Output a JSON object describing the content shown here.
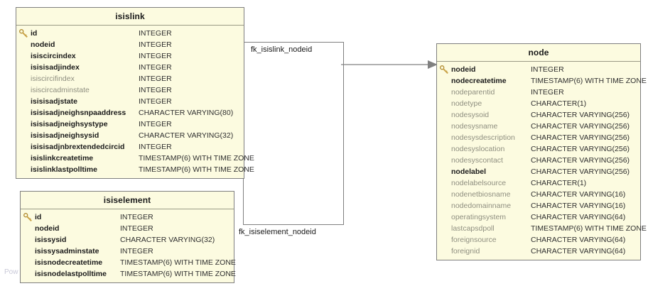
{
  "diagram": {
    "title": "ER diagram: isislink / isiselement / node",
    "watermark": "Pow",
    "key_icon": "key-icon",
    "arrow_icon": "arrow-head-icon"
  },
  "entities": [
    {
      "name": "isislink",
      "columns": [
        {
          "key": true,
          "bold": true,
          "name": "id",
          "type": "INTEGER"
        },
        {
          "key": false,
          "bold": true,
          "name": "nodeid",
          "type": "INTEGER"
        },
        {
          "key": false,
          "bold": true,
          "name": "isiscircindex",
          "type": "INTEGER"
        },
        {
          "key": false,
          "bold": true,
          "name": "isisisadjindex",
          "type": "INTEGER"
        },
        {
          "key": false,
          "bold": false,
          "name": "isiscircifindex",
          "type": "INTEGER"
        },
        {
          "key": false,
          "bold": false,
          "name": "isiscircadminstate",
          "type": "INTEGER"
        },
        {
          "key": false,
          "bold": true,
          "name": "isisisadjstate",
          "type": "INTEGER"
        },
        {
          "key": false,
          "bold": true,
          "name": "isisisadjneighsnpaaddress",
          "type": "CHARACTER VARYING(80)"
        },
        {
          "key": false,
          "bold": true,
          "name": "isisisadjneighsystype",
          "type": "INTEGER"
        },
        {
          "key": false,
          "bold": true,
          "name": "isisisadjneighsysid",
          "type": "CHARACTER VARYING(32)"
        },
        {
          "key": false,
          "bold": true,
          "name": "isisisadjnbrextendedcircid",
          "type": "INTEGER"
        },
        {
          "key": false,
          "bold": true,
          "name": "isislinkcreatetime",
          "type": "TIMESTAMP(6) WITH TIME ZONE"
        },
        {
          "key": false,
          "bold": true,
          "name": "isislinklastpolltime",
          "type": "TIMESTAMP(6) WITH TIME ZONE"
        }
      ]
    },
    {
      "name": "isiselement",
      "columns": [
        {
          "key": true,
          "bold": true,
          "name": "id",
          "type": "INTEGER"
        },
        {
          "key": false,
          "bold": true,
          "name": "nodeid",
          "type": "INTEGER"
        },
        {
          "key": false,
          "bold": true,
          "name": "isissysid",
          "type": "CHARACTER VARYING(32)"
        },
        {
          "key": false,
          "bold": true,
          "name": "isissysadminstate",
          "type": "INTEGER"
        },
        {
          "key": false,
          "bold": true,
          "name": "isisnodecreatetime",
          "type": "TIMESTAMP(6) WITH TIME ZONE"
        },
        {
          "key": false,
          "bold": true,
          "name": "isisnodelastpolltime",
          "type": "TIMESTAMP(6) WITH TIME ZONE"
        }
      ]
    },
    {
      "name": "node",
      "columns": [
        {
          "key": true,
          "bold": true,
          "name": "nodeid",
          "type": "INTEGER"
        },
        {
          "key": false,
          "bold": true,
          "name": "nodecreatetime",
          "type": "TIMESTAMP(6) WITH TIME ZONE"
        },
        {
          "key": false,
          "bold": false,
          "name": "nodeparentid",
          "type": "INTEGER"
        },
        {
          "key": false,
          "bold": false,
          "name": "nodetype",
          "type": "CHARACTER(1)"
        },
        {
          "key": false,
          "bold": false,
          "name": "nodesysoid",
          "type": "CHARACTER VARYING(256)"
        },
        {
          "key": false,
          "bold": false,
          "name": "nodesysname",
          "type": "CHARACTER VARYING(256)"
        },
        {
          "key": false,
          "bold": false,
          "name": "nodesysdescription",
          "type": "CHARACTER VARYING(256)"
        },
        {
          "key": false,
          "bold": false,
          "name": "nodesyslocation",
          "type": "CHARACTER VARYING(256)"
        },
        {
          "key": false,
          "bold": false,
          "name": "nodesyscontact",
          "type": "CHARACTER VARYING(256)"
        },
        {
          "key": false,
          "bold": true,
          "name": "nodelabel",
          "type": "CHARACTER VARYING(256)"
        },
        {
          "key": false,
          "bold": false,
          "name": "nodelabelsource",
          "type": "CHARACTER(1)"
        },
        {
          "key": false,
          "bold": false,
          "name": "nodenetbiosname",
          "type": "CHARACTER VARYING(16)"
        },
        {
          "key": false,
          "bold": false,
          "name": "nodedomainname",
          "type": "CHARACTER VARYING(16)"
        },
        {
          "key": false,
          "bold": false,
          "name": "operatingsystem",
          "type": "CHARACTER VARYING(64)"
        },
        {
          "key": false,
          "bold": false,
          "name": "lastcapsdpoll",
          "type": "TIMESTAMP(6) WITH TIME ZONE"
        },
        {
          "key": false,
          "bold": false,
          "name": "foreignsource",
          "type": "CHARACTER VARYING(64)"
        },
        {
          "key": false,
          "bold": false,
          "name": "foreignid",
          "type": "CHARACTER VARYING(64)"
        }
      ]
    }
  ],
  "relationships": [
    {
      "label": "fk_isislink_nodeid",
      "from": "isislink",
      "to": "node"
    },
    {
      "label": "fk_isiselement_nodeid",
      "from": "isiselement",
      "to": "node"
    }
  ]
}
